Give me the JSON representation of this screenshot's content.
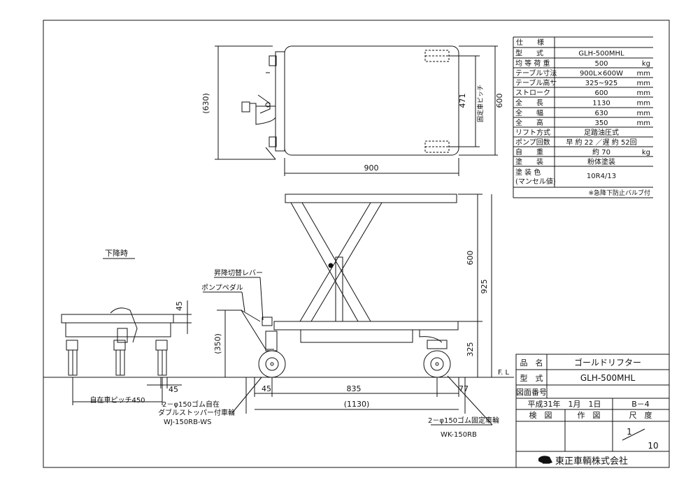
{
  "spec_table": {
    "header_label": "仕　　様",
    "rows": [
      {
        "label": "型　　式",
        "value": "GLH-500MHL",
        "unit": ""
      },
      {
        "label": "均 等 荷 重",
        "value": "500",
        "unit": "kg"
      },
      {
        "label": "テーブル寸法",
        "value": "900L×600W",
        "unit": "mm"
      },
      {
        "label": "テーブル高サ",
        "value": "325~925",
        "unit": "mm"
      },
      {
        "label": "ストローク",
        "value": "600",
        "unit": "mm"
      },
      {
        "label": "全　　長",
        "value": "1130",
        "unit": "mm"
      },
      {
        "label": "全　　幅",
        "value": "630",
        "unit": "mm"
      },
      {
        "label": "全　　高",
        "value": "350",
        "unit": "mm"
      },
      {
        "label": "リフト方式",
        "value": "足踏油圧式",
        "unit": ""
      },
      {
        "label": "ポンプ回数",
        "value": "早 約 22 ／遅 約 52回",
        "unit": ""
      },
      {
        "label": "自　　重",
        "value": "約 70",
        "unit": "kg"
      },
      {
        "label": "塗　　装",
        "value": "粉体塗装",
        "unit": ""
      },
      {
        "label": "塗 装 色",
        "label2": "(マンセル値)",
        "value": "10R4/13",
        "unit": ""
      }
    ],
    "note": "※急降下防止バルブ付"
  },
  "title_block": {
    "product_name_label": "品　名",
    "product_name": "ゴールドリフター",
    "model_label": "型　式",
    "model": "GLH-500MHL",
    "drawing_no_label": "図面番号",
    "drawing_no": "",
    "date": "平成31年　1月　1日",
    "sheet_no": "B－4",
    "checked_label": "検　図",
    "drawn_label": "作　図",
    "scale_label": "尺　度",
    "scale_num": "1",
    "scale_den": "10",
    "company": "東正車輌株式会社"
  },
  "top_view": {
    "dim_length": "900",
    "dim_width": "(630)",
    "dim_table_width": "600",
    "dim_caster_pitch": "471",
    "label_caster_pitch": "固定車ピッチ"
  },
  "side_view": {
    "dim_stroke": "600",
    "dim_max_height": "925",
    "dim_min_height": "325",
    "dim_handle_height": "(350)",
    "dim_front_offset": "45",
    "dim_wheelbase": "835",
    "dim_rear_offset": "77",
    "dim_total_length": "(1130)",
    "floor_label": "F. L",
    "label_lever": "昇降切替レバー",
    "label_pedal": "ポンプペダル",
    "swivel_caster": {
      "line1": "2－φ150ゴム自在",
      "line2": "ダブルストッパー付車輪",
      "line3": "WJ-150RB-WS"
    },
    "fixed_caster": {
      "line1": "2－φ150ゴム固定車輪",
      "line2": "WK-150RB"
    }
  },
  "lowered_view": {
    "title": "下降時",
    "dim_handle": "45",
    "dim_offset": "45",
    "dim_caster_pitch_label": "自在車ピッチ450"
  }
}
